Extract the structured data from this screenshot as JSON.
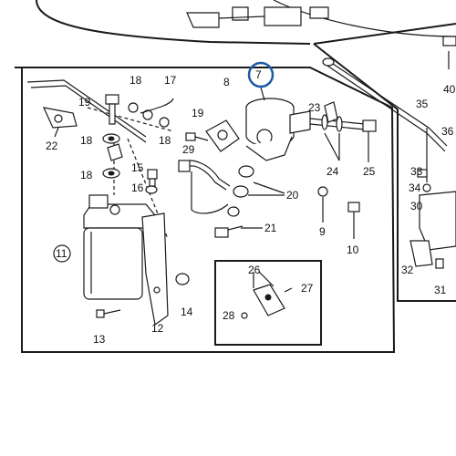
{
  "diagram": {
    "highlight_color": "#1f5aa6",
    "ink_color": "#1a1a1a",
    "labels": {
      "l7": "7",
      "l8": "8",
      "l9": "9",
      "l10": "10",
      "l11": "11",
      "l12": "12",
      "l13": "13",
      "l14": "14",
      "l15": "15",
      "l16": "16",
      "l17": "17",
      "l18a": "18",
      "l18b": "18",
      "l18c": "18",
      "l18d": "18",
      "l19a": "19",
      "l19b": "19",
      "l20": "20",
      "l21": "21",
      "l22": "22",
      "l23": "23",
      "l24": "24",
      "l25": "25",
      "l26": "26",
      "l27": "27",
      "l28": "28",
      "l29": "29",
      "l30": "30",
      "l31": "31",
      "l32": "32",
      "l33": "33",
      "l34": "34",
      "l35": "35",
      "l36": "36",
      "l40": "40"
    }
  }
}
